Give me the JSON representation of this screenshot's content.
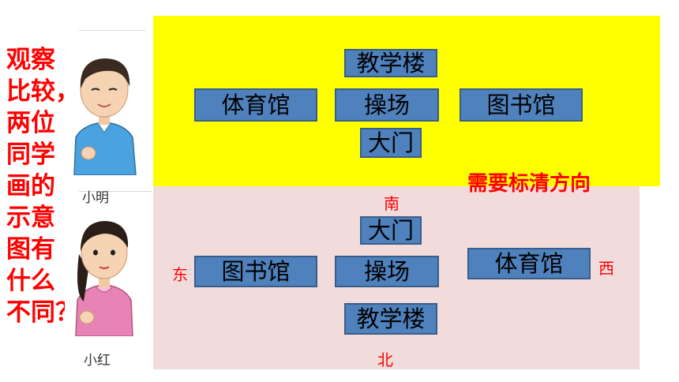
{
  "question": {
    "lines": [
      "观察",
      "比较，",
      "两位",
      "同学",
      "画的",
      "示意",
      "图有",
      "什么",
      "不同？"
    ]
  },
  "students": {
    "top_name": "小明",
    "bottom_name": "小红"
  },
  "map1": {
    "teaching_building": "教学楼",
    "gym": "体育馆",
    "playground": "操场",
    "library": "图书馆",
    "gate": "大门"
  },
  "map2": {
    "gate": "大门",
    "library": "图书馆",
    "playground": "操场",
    "gym": "体育馆",
    "teaching_building": "教学楼",
    "south": "南",
    "north": "北",
    "east": "东",
    "west": "西"
  },
  "note": "需要标清方向",
  "colors": {
    "yellow_panel": "#ffff00",
    "pink_panel": "#f2dcdb",
    "box": "#4f81bd",
    "text_red": "#ff0000"
  }
}
